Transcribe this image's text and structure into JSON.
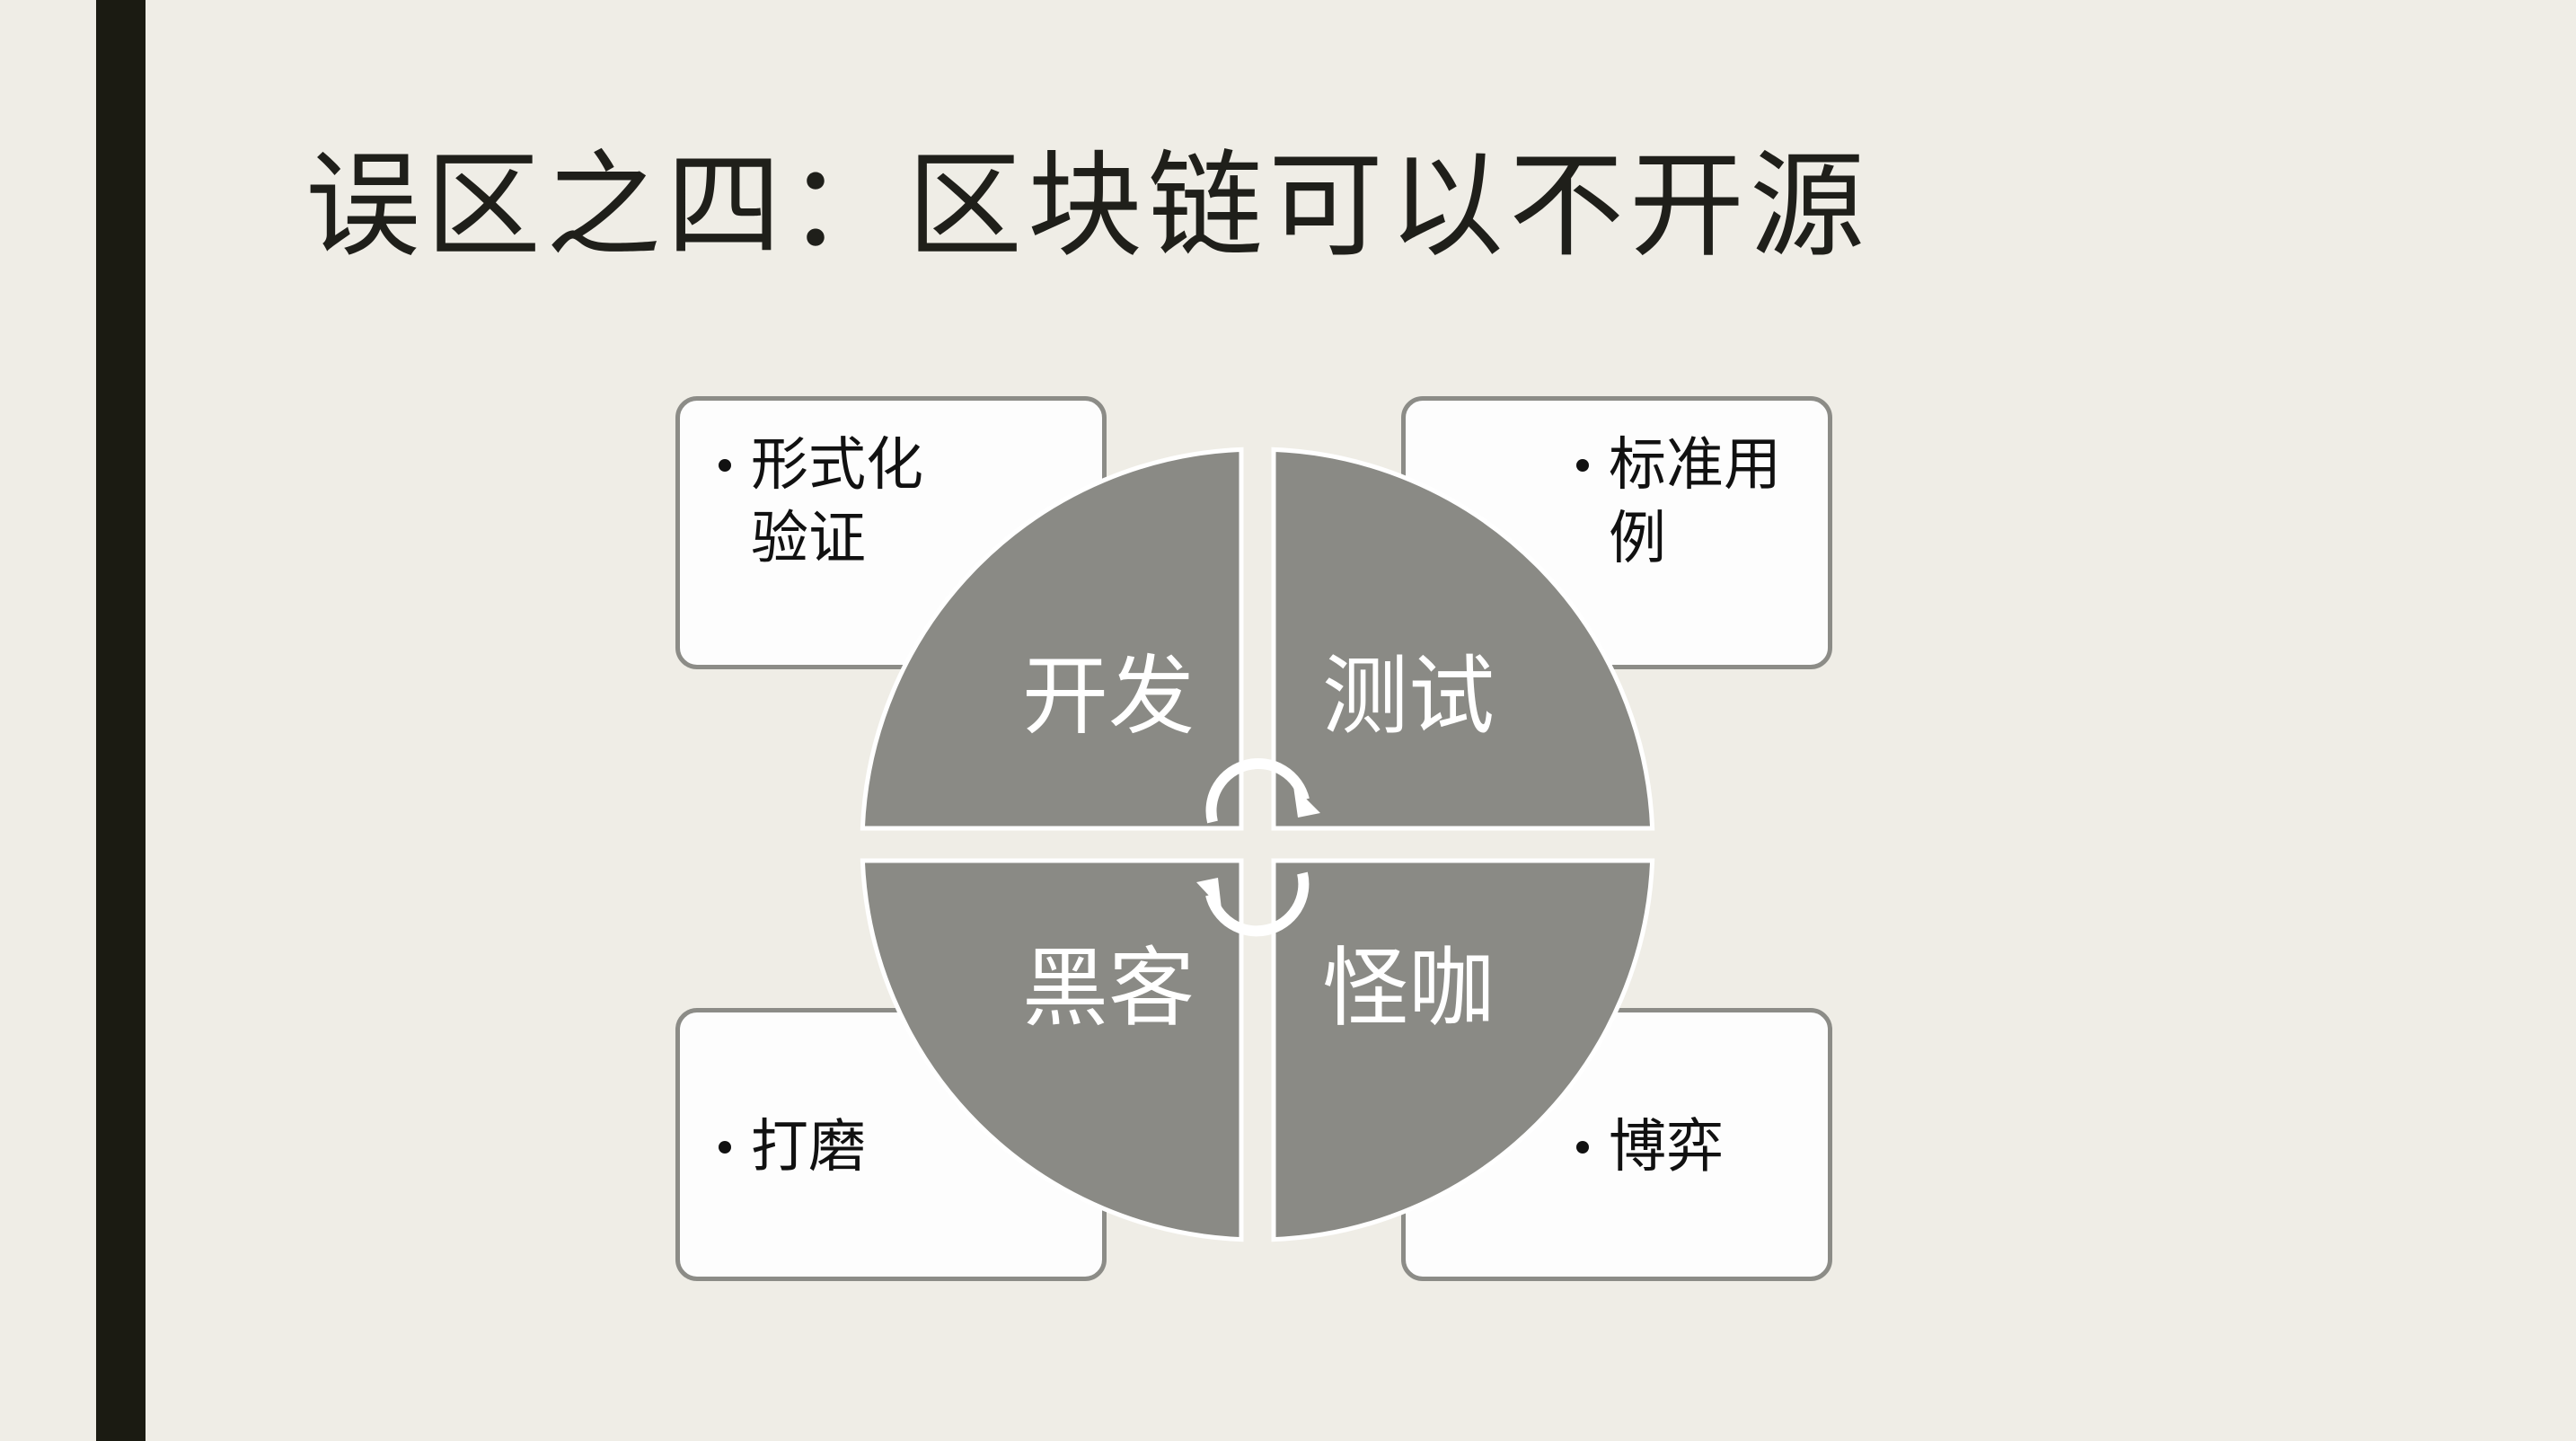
{
  "slide": {
    "title": "误区之四：区块链可以不开源"
  },
  "diagram": {
    "quadrants": [
      {
        "label": "开发",
        "position": "top-left"
      },
      {
        "label": "测试",
        "position": "top-right"
      },
      {
        "label": "黑客",
        "position": "bottom-left"
      },
      {
        "label": "怪咖",
        "position": "bottom-right"
      }
    ],
    "cards": [
      {
        "text": "形式化验证",
        "position": "top-left"
      },
      {
        "text": "标准用例",
        "position": "top-right"
      },
      {
        "text": "打磨",
        "position": "bottom-left"
      },
      {
        "text": "博弈",
        "position": "bottom-right"
      }
    ],
    "colors": {
      "quadrant_fill": "#8a8a85",
      "card_border": "#8c8c87",
      "card_fill": "#fdfdfd",
      "separator": "#ffffff"
    },
    "center_icon": "cycle-arrows-icon"
  }
}
